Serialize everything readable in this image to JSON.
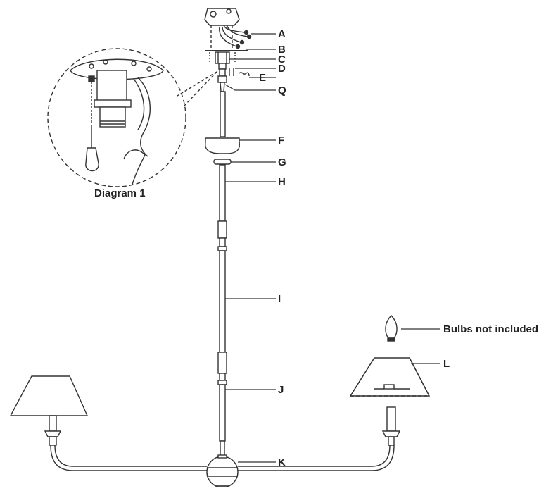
{
  "diagram": {
    "caption": "Diagram 1",
    "bulb_note": "Bulbs not included",
    "labels": {
      "A": "A",
      "B": "B",
      "C": "C",
      "D": "D",
      "E": "E",
      "Q": "Q",
      "F": "F",
      "G": "G",
      "H": "H",
      "I": "I",
      "J": "J",
      "K": "K",
      "L": "L"
    }
  },
  "colors": {
    "line": "#333333",
    "shade_fill": "#ffffff",
    "ball": "#555555"
  }
}
